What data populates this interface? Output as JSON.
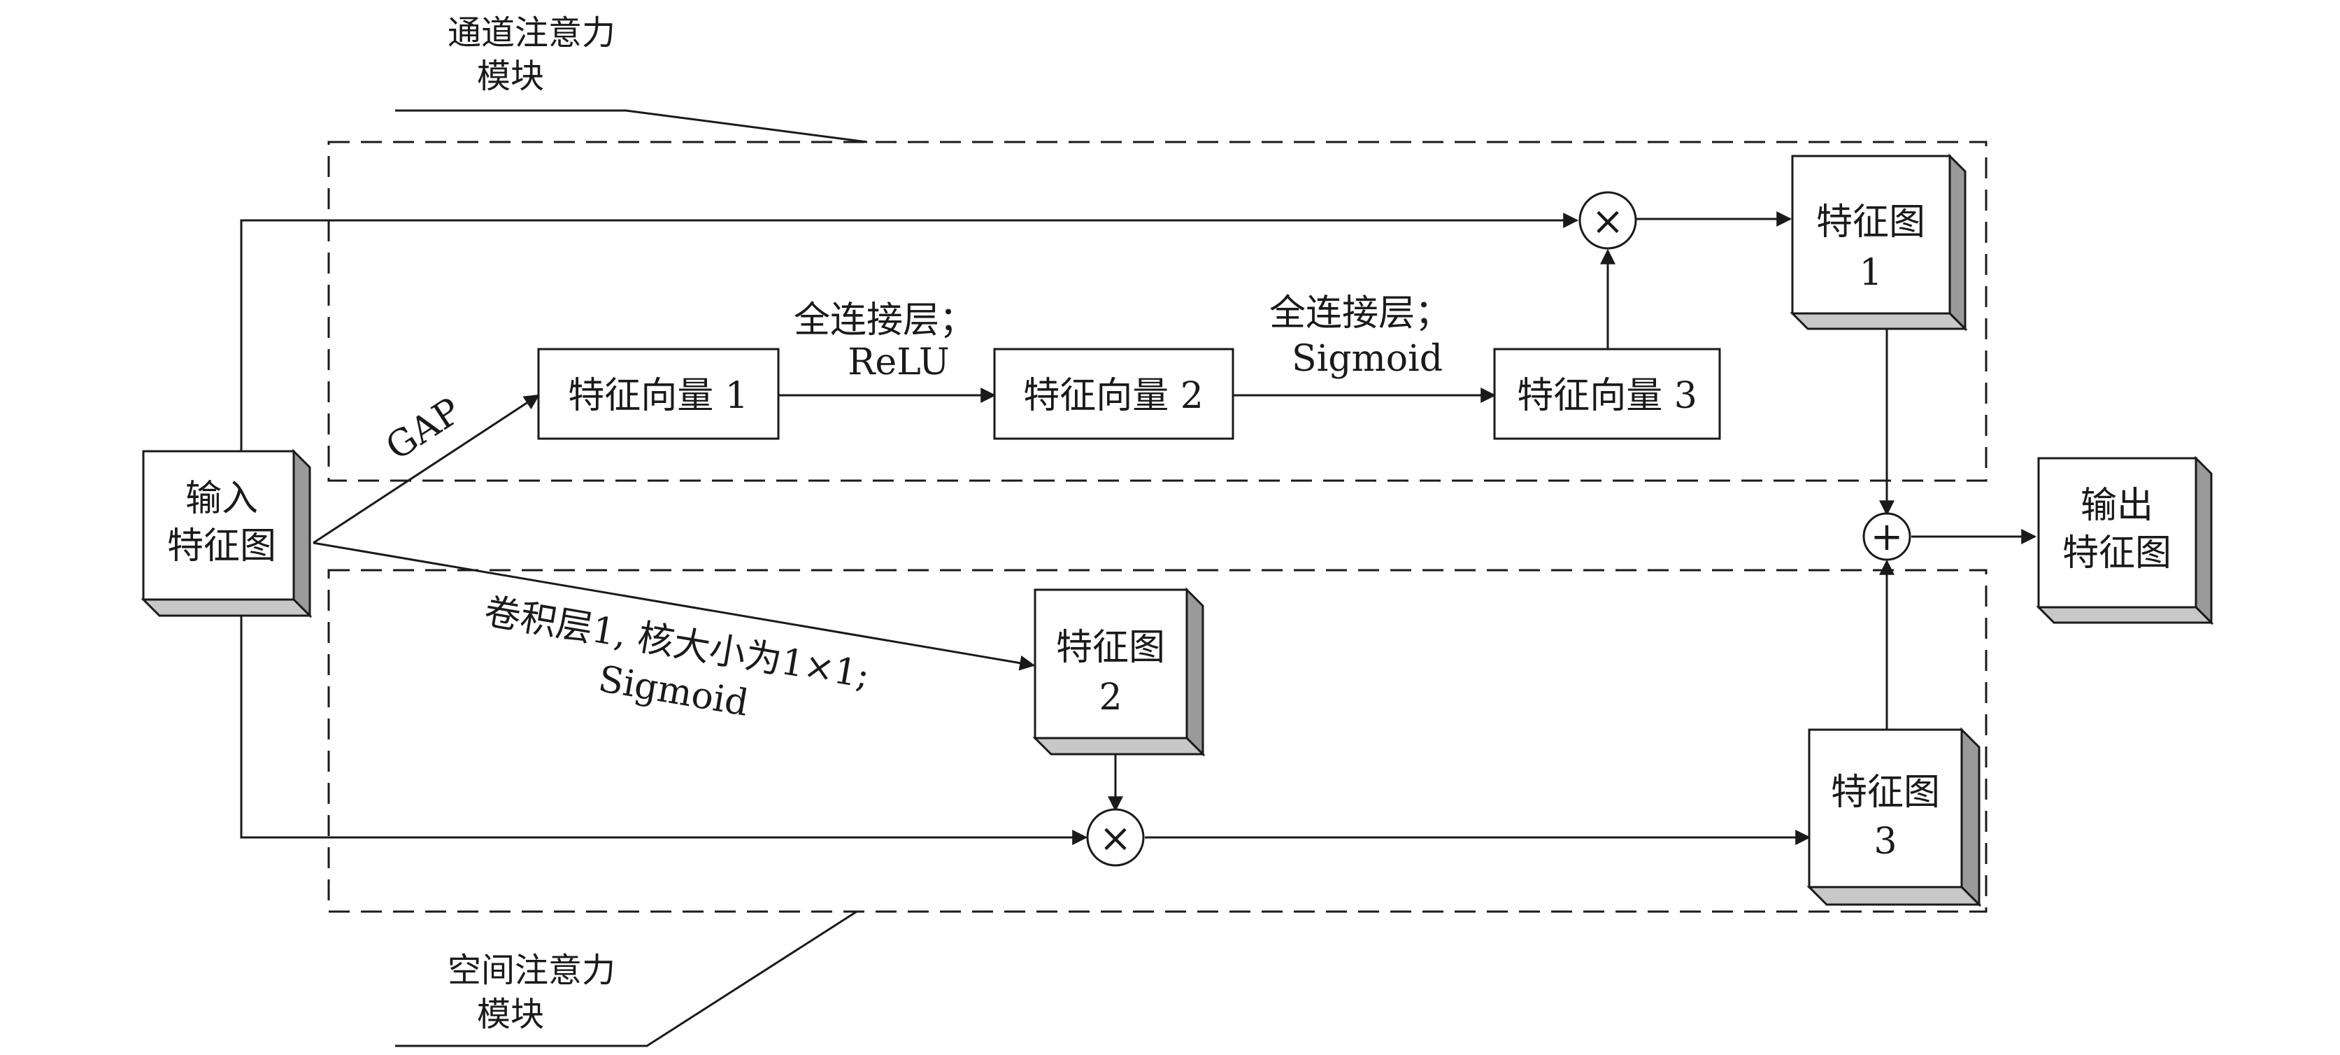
{
  "modules": {
    "channel": {
      "line1": "通道注意力",
      "line2": "模块"
    },
    "spatial": {
      "line1": "空间注意力",
      "line2": "模块"
    }
  },
  "nodes": {
    "input": {
      "line1": "输入",
      "line2": "特征图"
    },
    "vec1": "特征向量 1",
    "vec2": "特征向量 2",
    "vec3": "特征向量 3",
    "fmap1": {
      "line1": "特征图",
      "line2": "1"
    },
    "fmap2": {
      "line1": "特征图",
      "line2": "2"
    },
    "fmap3": {
      "line1": "特征图",
      "line2": "3"
    },
    "output": {
      "line1": "输出",
      "line2": "特征图"
    }
  },
  "edges": {
    "gap": "GAP",
    "fc_relu": {
      "line1": "全连接层；",
      "line2": "ReLU"
    },
    "fc_sigmoid": {
      "line1": "全连接层；",
      "line2": "Sigmoid"
    },
    "conv": {
      "line1": "卷积层1, 核大小为1×1;",
      "line2": "Sigmoid"
    }
  },
  "operators": {
    "multiply": "×",
    "add": "+"
  }
}
